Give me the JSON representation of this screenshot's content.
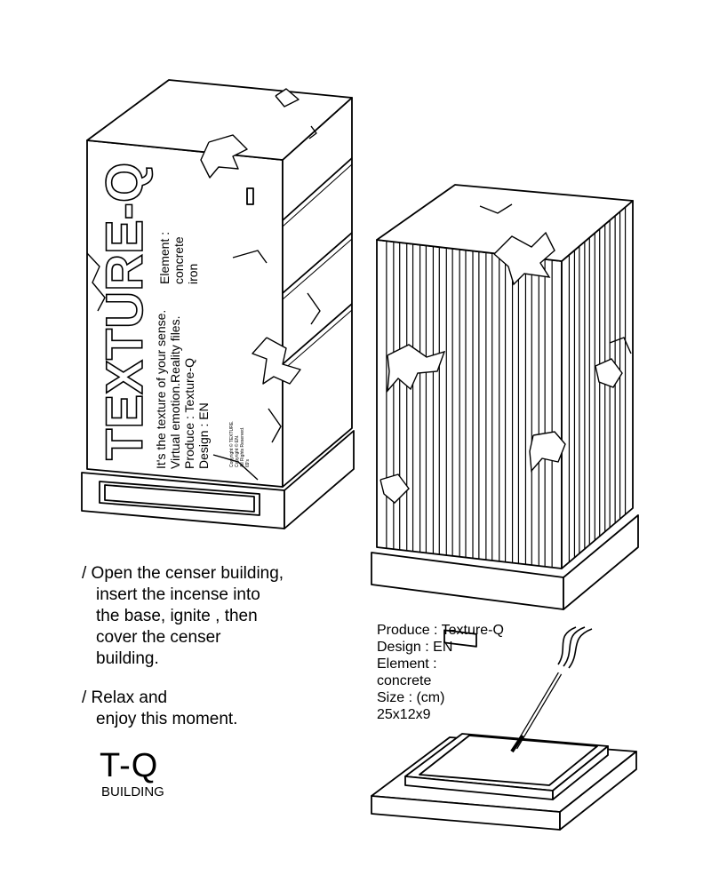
{
  "package": {
    "brand": "TEXTURE-Q",
    "left_lines": [
      "It's the texture of your sense.",
      "Virtual emotion.Reality files.",
      "Produce : Texture-Q",
      "Design : EN"
    ],
    "right_lines": [
      "Element :",
      "concrete",
      "iron"
    ],
    "copyright_lines": [
      "Copyright © TEXTURE.",
      "Copyright © EN.",
      "All Rights Reserved.",
      "69's"
    ]
  },
  "instructions": [
    "/ Open the censer building,\ninsert the incense into\nthe base, ignite , then\ncover the censer\nbuilding.",
    "/ Relax and\nenjoy this moment."
  ],
  "logo": {
    "mark": "T-Q",
    "sub": "BUILDING"
  },
  "spec": [
    "Produce : Texture-Q",
    "Design : EN",
    "Element :",
    "concrete",
    "Size : (cm)",
    "25x12x9"
  ]
}
